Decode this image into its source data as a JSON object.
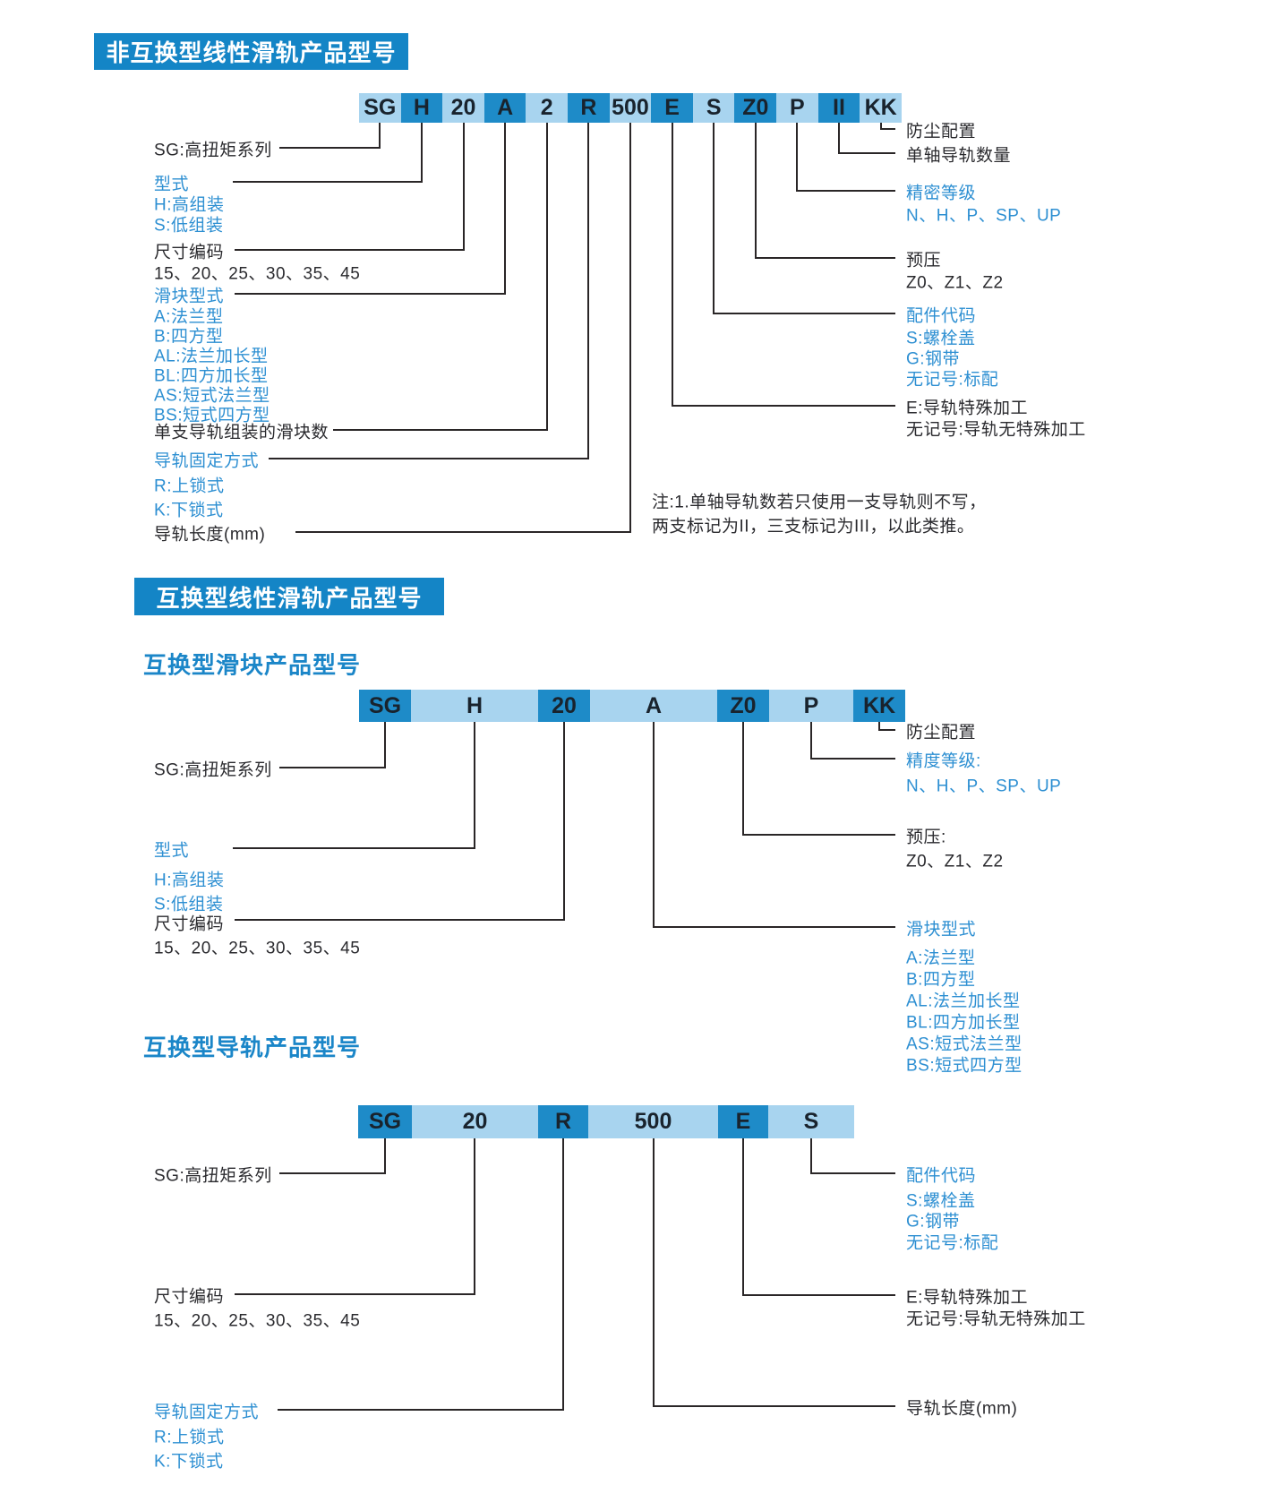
{
  "palette": {
    "header_bg": "#1485c6",
    "segment_dark": "#1e8bc8",
    "segment_light": "#a8d4ef",
    "accent_text": "#2d8fd2",
    "body_text": "#2a2a2e"
  },
  "s1": {
    "header": "非互换型线性滑轨产品型号",
    "code": [
      "SG",
      "H",
      "20",
      "A",
      "2",
      "R",
      "500",
      "E",
      "S",
      "Z0",
      "P",
      "II",
      "KK"
    ],
    "series": "SG:高扭矩系列",
    "type_title": "型式",
    "type_items": [
      "H:高组装",
      "S:低组装"
    ],
    "size_title": "尺寸编码",
    "size_values": "15、20、25、30、35、45",
    "block_title": "滑块型式",
    "block_items": [
      "A:法兰型",
      "B:四方型",
      "AL:法兰加长型",
      "BL:四方加长型",
      "AS:短式法兰型",
      "BS:短式四方型"
    ],
    "block_count": "单支导轨组装的滑块数",
    "fix_title": "导轨固定方式",
    "fix_items": [
      "R:上锁式",
      "K:下锁式"
    ],
    "rail_length": "导轨长度(mm)",
    "dust": "防尘配置",
    "rail_qty": "单轴导轨数量",
    "precision_title": "精密等级",
    "precision_values": "N、H、P、SP、UP",
    "preload_title": "预压",
    "preload_values": "Z0、Z1、Z2",
    "acc_title": "配件代码",
    "acc_items": [
      "S:螺栓盖",
      "G:钢带",
      "无记号:标配"
    ],
    "special_e": "E:导轨特殊加工",
    "special_none": "无记号:导轨无特殊加工",
    "note": [
      "注:1.单轴导轨数若只使用一支导轨则不写，",
      "两支标记为II，三支标记为III，以此类推。"
    ]
  },
  "s2": {
    "header": "互换型线性滑轨产品型号",
    "subtitle": "互换型滑块产品型号",
    "code": [
      "SG",
      "H",
      "20",
      "A",
      "Z0",
      "P",
      "KK"
    ],
    "series": "SG:高扭矩系列",
    "type_title": "型式",
    "type_items": [
      "H:高组装",
      "S:低组装"
    ],
    "size_title": "尺寸编码",
    "size_values": "15、20、25、30、35、45",
    "dust": "防尘配置",
    "precision_title": "精度等级:",
    "precision_values": "N、H、P、SP、UP",
    "preload_title": "预压:",
    "preload_values": "Z0、Z1、Z2",
    "block_title": "滑块型式",
    "block_items": [
      "A:法兰型",
      "B:四方型",
      "AL:法兰加长型",
      "BL:四方加长型",
      "AS:短式法兰型",
      "BS:短式四方型"
    ]
  },
  "s3": {
    "subtitle": "互换型导轨产品型号",
    "code": [
      "SG",
      "20",
      "R",
      "500",
      "E",
      "S"
    ],
    "series": "SG:高扭矩系列",
    "size_title": "尺寸编码",
    "size_values": "15、20、25、30、35、45",
    "fix_title": "导轨固定方式",
    "fix_items": [
      "R:上锁式",
      "K:下锁式"
    ],
    "acc_title": "配件代码",
    "acc_items": [
      "S:螺栓盖",
      "G:钢带",
      "无记号:标配"
    ],
    "special_e": "E:导轨特殊加工",
    "special_none": "无记号:导轨无特殊加工",
    "rail_length": "导轨长度(mm)"
  }
}
